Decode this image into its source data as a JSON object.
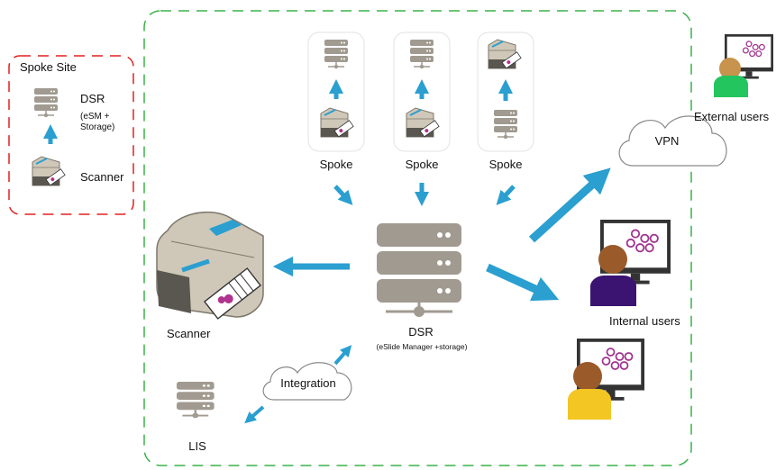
{
  "spoke_site": {
    "title": "Spoke Site",
    "dsr_label": "DSR",
    "dsr_sub_line1": "(eSM +",
    "dsr_sub_line2": "Storage)",
    "scanner_label": "Scanner"
  },
  "spokes": [
    "Spoke",
    "Spoke",
    "Spoke"
  ],
  "hub": {
    "scanner_label": "Scanner",
    "dsr_label": "DSR",
    "dsr_sub": "(eSlide Manager +storage)",
    "lis_label": "LIS",
    "integration_label": "Integration"
  },
  "users": {
    "vpn_label": "VPN",
    "external_label": "External users",
    "internal_label": "Internal users"
  },
  "colors": {
    "arrow": "#2a9fd0",
    "server": "#a09a90",
    "scanner_body": "#cfc8b8",
    "spoke_site_border": "#e02020",
    "hub_border": "#3cb24a",
    "monitor_screen": "#ffffff",
    "cells": "#a0338f",
    "user_green": "#22c55e",
    "user_purple": "#3a1470",
    "user_yellow": "#f3c623"
  }
}
